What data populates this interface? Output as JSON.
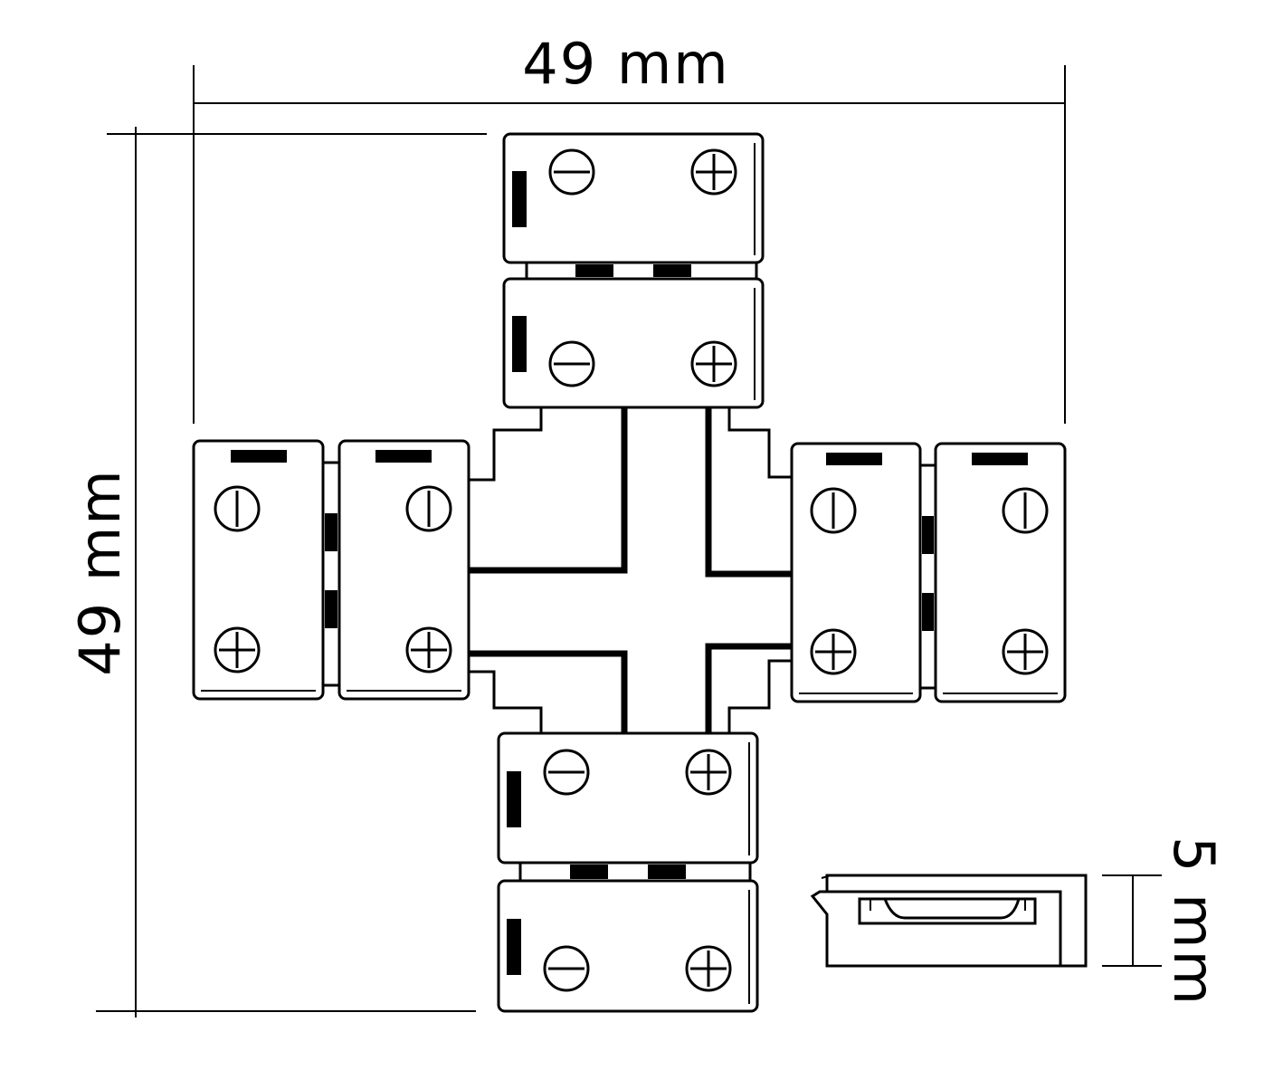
{
  "dimensions": {
    "width": "49 mm",
    "height": "49 mm",
    "depth": "5 mm"
  }
}
